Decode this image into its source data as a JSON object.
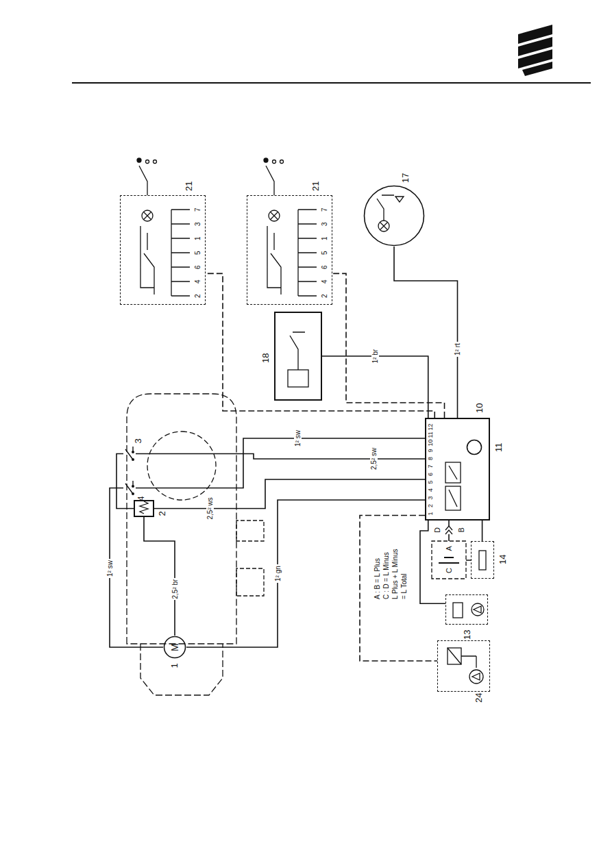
{
  "diagram": {
    "nodes": [
      {
        "text": [
          "21"
        ]
      },
      {
        "text": [
          "21"
        ]
      },
      {
        "text": [
          "17"
        ]
      },
      {
        "text": [
          "18"
        ]
      },
      {
        "text": [
          "10"
        ]
      },
      {
        "text": [
          "11"
        ],
        "in": 4
      },
      {
        "text": [
          "14"
        ]
      },
      {
        "text": [
          "13"
        ]
      },
      {
        "text": [
          "24"
        ]
      },
      {
        "text": [
          "1",
          "M"
        ]
      },
      {
        "text": [
          "2"
        ]
      },
      {
        "text": [
          "3"
        ]
      },
      {
        "text": [
          "4"
        ]
      }
    ],
    "edges": [
      {
        "from": 4,
        "to": 0,
        "arrow": "none"
      },
      {
        "from": 4,
        "to": 1,
        "arrow": "none"
      },
      {
        "from": 4,
        "to": 2,
        "arrow": "none",
        "label": "1² rt"
      },
      {
        "from": 4,
        "to": 3,
        "arrow": "none",
        "label": "1² br"
      },
      {
        "from": 4,
        "to": 9,
        "arrow": "none",
        "label": "1² gn"
      },
      {
        "from": 4,
        "to": 10,
        "arrow": "none",
        "label": "2,5² ws"
      },
      {
        "from": 4,
        "to": 11,
        "arrow": "none",
        "label": "2,5² sw"
      },
      {
        "from": 4,
        "to": 12,
        "arrow": "none",
        "label": "1² sw"
      },
      {
        "from": 4,
        "to": 7,
        "arrow": "none"
      },
      {
        "from": 4,
        "to": 8,
        "arrow": "none"
      },
      {
        "from": 6,
        "to": 4,
        "arrow": "none"
      }
    ],
    "labels": [
      "1",
      "2",
      "3",
      "4",
      "5",
      "6",
      "7",
      "8",
      "9",
      "10",
      "11",
      "12",
      "2",
      "4",
      "6",
      "5",
      "1",
      "3",
      "7",
      "2",
      "4",
      "6",
      "5",
      "1",
      "3",
      "7",
      "C",
      "A",
      "B",
      "D",
      "A : B = L Plus",
      "C : D = L Minus",
      "L Plus + L Minus",
      "= L Total",
      "1² sw",
      "2,5² br"
    ]
  }
}
